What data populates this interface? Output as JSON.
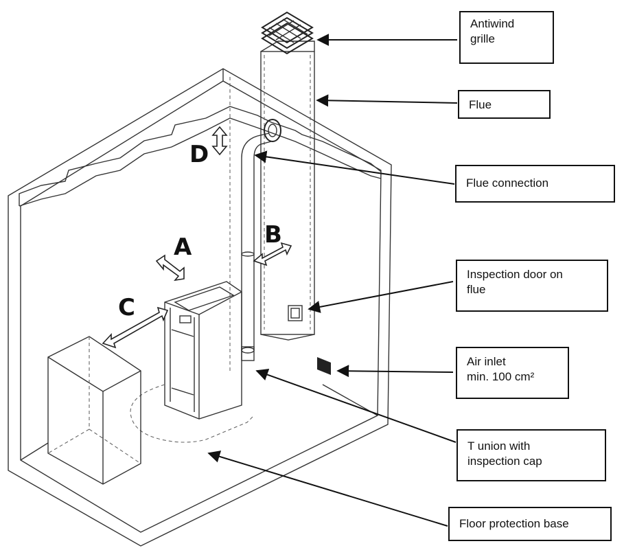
{
  "labels": {
    "antiwind_grille": "Antiwind\ngrille",
    "flue": "Flue",
    "flue_connection": "Flue connection",
    "inspection_door": "Inspection door on\nflue",
    "air_inlet": "Air inlet\nmin. 100 cm²",
    "t_union": "T union with\ninspection cap",
    "floor_protection": "Floor protection base"
  },
  "distances": {
    "a": "A",
    "b": "B",
    "c": "C",
    "d": "D"
  }
}
